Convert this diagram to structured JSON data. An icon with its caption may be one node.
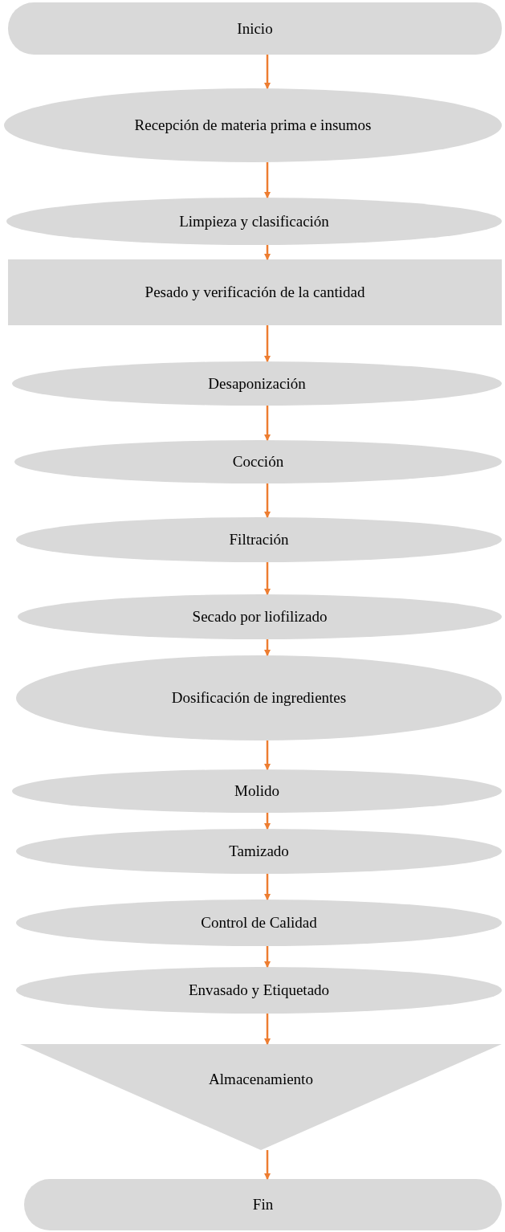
{
  "diagram": {
    "nodes": [
      {
        "text": [
          "Inicio"
        ]
      },
      {
        "text": [
          "Recepción de materia prima e insumos"
        ]
      },
      {
        "text": [
          "Limpieza y clasificación"
        ]
      },
      {
        "text": [
          "Pesado y verificación de la cantidad"
        ]
      },
      {
        "text": [
          "Desaponización"
        ]
      },
      {
        "text": [
          "Cocción"
        ]
      },
      {
        "text": [
          "Filtración"
        ]
      },
      {
        "text": [
          "Secado por liofilizado"
        ]
      },
      {
        "text": [
          "Dosificación de ingredientes"
        ]
      },
      {
        "text": [
          "Molido"
        ]
      },
      {
        "text": [
          "Tamizado"
        ]
      },
      {
        "text": [
          "Control de Calidad"
        ]
      },
      {
        "text": [
          "Envasado y Etiquetado"
        ]
      },
      {
        "text": [
          "Almacenamiento"
        ]
      },
      {
        "text": [
          "Fin"
        ]
      }
    ],
    "edges": [
      {
        "from": 0,
        "to": 1,
        "arrow": "to"
      },
      {
        "from": 1,
        "to": 2,
        "arrow": "to"
      },
      {
        "from": 2,
        "to": 3,
        "arrow": "to"
      },
      {
        "from": 3,
        "to": 4,
        "arrow": "to"
      },
      {
        "from": 4,
        "to": 5,
        "arrow": "to"
      },
      {
        "from": 5,
        "to": 6,
        "arrow": "to"
      },
      {
        "from": 6,
        "to": 7,
        "arrow": "to"
      },
      {
        "from": 7,
        "to": 8,
        "arrow": "to"
      },
      {
        "from": 8,
        "to": 9,
        "arrow": "to"
      },
      {
        "from": 9,
        "to": 10,
        "arrow": "to"
      },
      {
        "from": 10,
        "to": 11,
        "arrow": "to"
      },
      {
        "from": 11,
        "to": 12,
        "arrow": "to"
      },
      {
        "from": 12,
        "to": 13,
        "arrow": "to"
      },
      {
        "from": 13,
        "to": 14,
        "arrow": "to"
      }
    ]
  }
}
